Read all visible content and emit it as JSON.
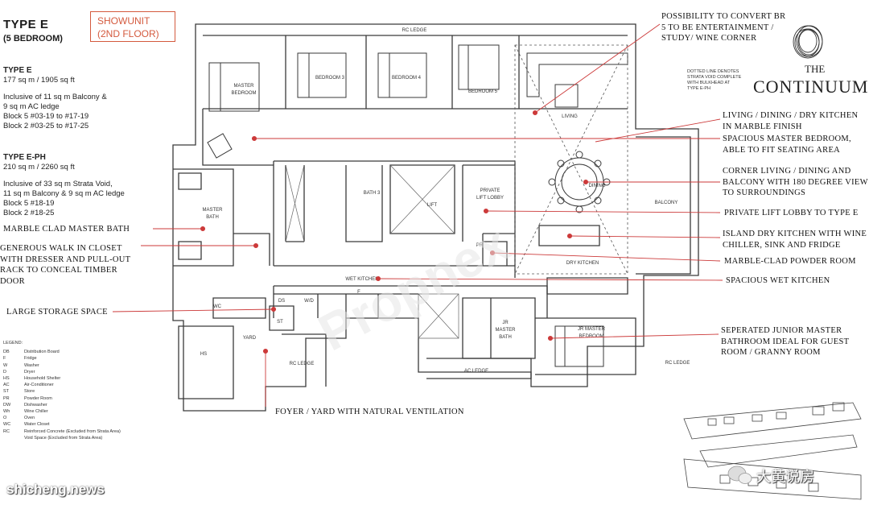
{
  "header": {
    "unit_type": "TYPE  E",
    "bedrooms": "(5 BEDROOM)",
    "showunit_line1": "SHOWUNIT",
    "showunit_line2": "(2ND FLOOR)"
  },
  "type_e": {
    "name": "TYPE E",
    "area": "177 sq m / 1905 sq ft",
    "incl_line1": "Inclusive of 11 sq m Balcony &",
    "incl_line2": "9 sq m AC ledge",
    "block5": "Block 5 #03-19 to #17-19",
    "block2": "Block 2 #03-25 to #17-25"
  },
  "type_eph": {
    "name": "TYPE E-PH",
    "area": "210 sq m / 2260 sq ft",
    "incl_line1": "Inclusive of 33 sq m Strata Void,",
    "incl_line2": "11 sq m Balcony & 9 sq m AC ledge",
    "block5": "Block 5 #18-19",
    "block2": "Block 2 #18-25"
  },
  "left_callouts": {
    "marble_bath": "MARBLE CLAD MASTER BATH",
    "walk_in_1": "GENEROUS WALK IN CLOSET",
    "walk_in_2": "WITH DRESSER AND PULL-OUT",
    "walk_in_3": "RACK TO CONCEAL TIMBER",
    "walk_in_4": "DOOR",
    "storage": "LARGE STORAGE SPACE",
    "foyer": "FOYER / YARD WITH NATURAL VENTILATION"
  },
  "right_callouts": {
    "convert_1": "POSSIBILITY TO CONVERT BR",
    "convert_2": "5 TO BE ENTERTAINMENT /",
    "convert_3": "STUDY/ WINE CORNER",
    "living_1": "LIVING / DINING / DRY KITCHEN",
    "living_2": "IN MARBLE FINISH",
    "master_1": "SPACIOUS MASTER BEDROOM,",
    "master_2": "ABLE TO FIT SEATING AREA",
    "corner_1": "CORNER LIVING / DINING AND",
    "corner_2": "BALCONY WITH 180 DEGREE VIEW",
    "corner_3": "TO SURROUNDINGS",
    "lift": "PRIVATE LIFT LOBBY TO TYPE E",
    "island_1": "ISLAND DRY KITCHEN WITH WINE",
    "island_2": "CHILLER, SINK AND FRIDGE",
    "powder": "MARBLE-CLAD POWDER ROOM",
    "wet": "SPACIOUS WET KITCHEN",
    "jr_1": "SEPERATED JUNIOR MASTER",
    "jr_2": "BATHROOM IDEAL FOR GUEST",
    "jr_3": "ROOM / GRANNY ROOM"
  },
  "dotted_note": {
    "l1": "DOTTED LINE DENOTES",
    "l2": "STRATA VOID COMPLETE",
    "l3": "WITH BULKHEAD AT",
    "l4": "TYPE E-PH"
  },
  "logo": {
    "the": "THE",
    "name": "CONTINUUM"
  },
  "rooms": {
    "rc_ledge_top": "RC LEDGE",
    "master_bedroom_1": "MASTER",
    "master_bedroom_2": "BEDROOM",
    "bedroom3": "BEDROOM 3",
    "bedroom4": "BEDROOM 4",
    "bedroom5": "BEDROOM 5",
    "living": "LIVING",
    "dining": "DINING",
    "balcony": "BALCONY",
    "master_bath_1": "MASTER",
    "master_bath_2": "BATH",
    "bath3": "BATH 3",
    "lift": "LIFT",
    "private_lift_1": "PRIVATE",
    "private_lift_2": "LIFT LOBBY",
    "pr": "PR",
    "dry_kitchen": "DRY KITCHEN",
    "wet_kitchen": "WET KITCHEN",
    "wc": "WC",
    "hs": "HS",
    "yard": "YARD",
    "rc_ledge_mid": "RC LEDGE",
    "jr_bath_1": "JR",
    "jr_bath_2": "MASTER",
    "jr_bath_3": "BATH",
    "jr_bed_1": "JR MASTER",
    "jr_bed_2": "BEDROOM",
    "ac_ledge": "AC LEDGE",
    "rc_ledge_right": "RC LEDGE",
    "st": "ST",
    "f": "F",
    "wb": "W/D",
    "ds": "DS"
  },
  "legend": {
    "title": "LEGEND:",
    "items": [
      {
        "abbr": "DB",
        "desc": "Distribution Board"
      },
      {
        "abbr": "F",
        "desc": "Fridge"
      },
      {
        "abbr": "W",
        "desc": "Washer"
      },
      {
        "abbr": "D",
        "desc": "Dryer"
      },
      {
        "abbr": "HS",
        "desc": "Household Shelter"
      },
      {
        "abbr": "AC",
        "desc": "Air-Conditioner"
      },
      {
        "abbr": "ST",
        "desc": "Store"
      },
      {
        "abbr": "PR",
        "desc": "Powder Room"
      },
      {
        "abbr": "DW",
        "desc": "Dishwasher"
      },
      {
        "abbr": "Wh",
        "desc": "Wine Chiller"
      },
      {
        "abbr": "O",
        "desc": "Oven"
      },
      {
        "abbr": "WC",
        "desc": "Water Closet"
      },
      {
        "abbr": "RC",
        "desc": "Reinforced Concrete (Excluded from Strata Area)"
      },
      {
        "abbr": "",
        "desc": "Void Space (Excluded from Strata Area)"
      }
    ]
  },
  "watermarks": {
    "site": "shicheng.news",
    "wechat": "大黄说房",
    "propnex": "Propnex"
  },
  "colors": {
    "accent": "#d45a3e",
    "line": "#3a3a3a",
    "leader": "#cc3a3a"
  }
}
